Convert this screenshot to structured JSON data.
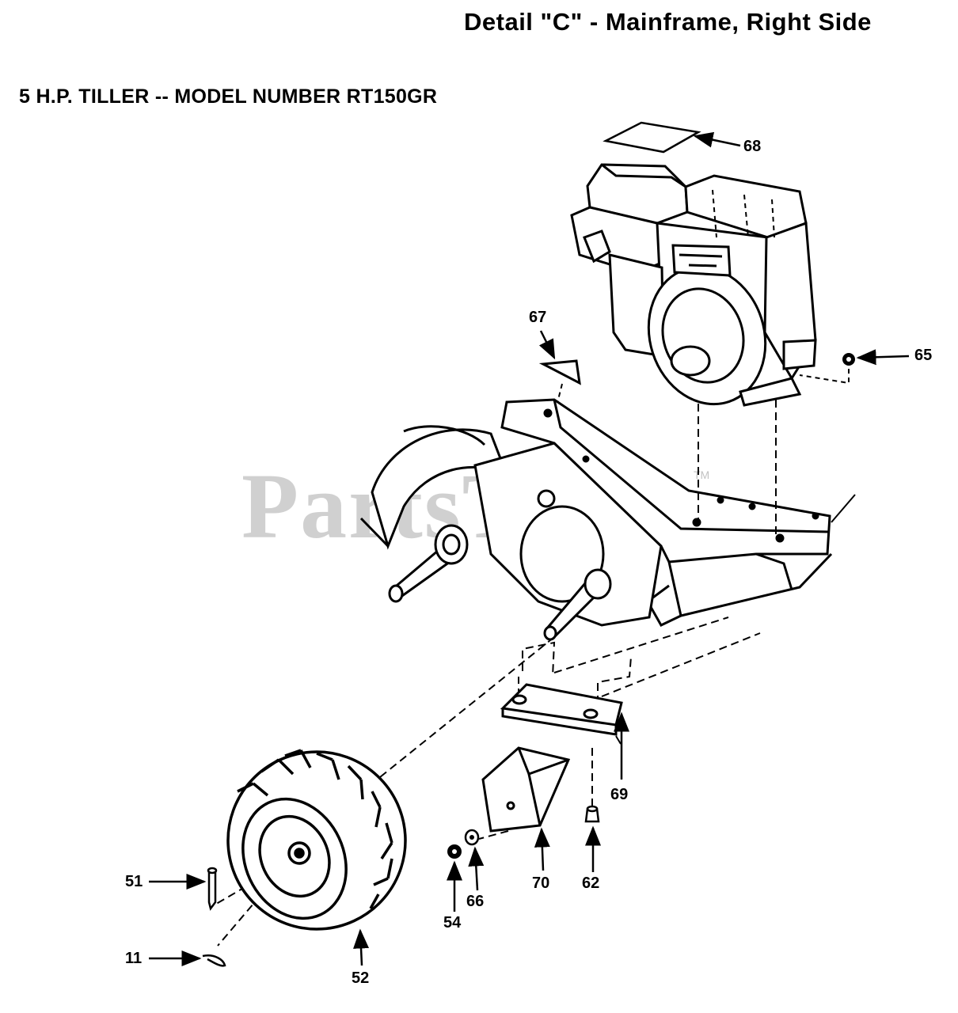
{
  "header": {
    "title": "Detail \"C\" - Mainframe, Right Side",
    "subtitle": "5 H.P. TILLER -- MODEL NUMBER RT150GR"
  },
  "watermark": {
    "text": "PartsTree",
    "tm": "TM"
  },
  "callouts": {
    "c68": "68",
    "c67": "67",
    "c65": "65",
    "c69": "69",
    "c62": "62",
    "c70": "70",
    "c66": "66",
    "c54": "54",
    "c51": "51",
    "c11": "11",
    "c52": "52"
  }
}
